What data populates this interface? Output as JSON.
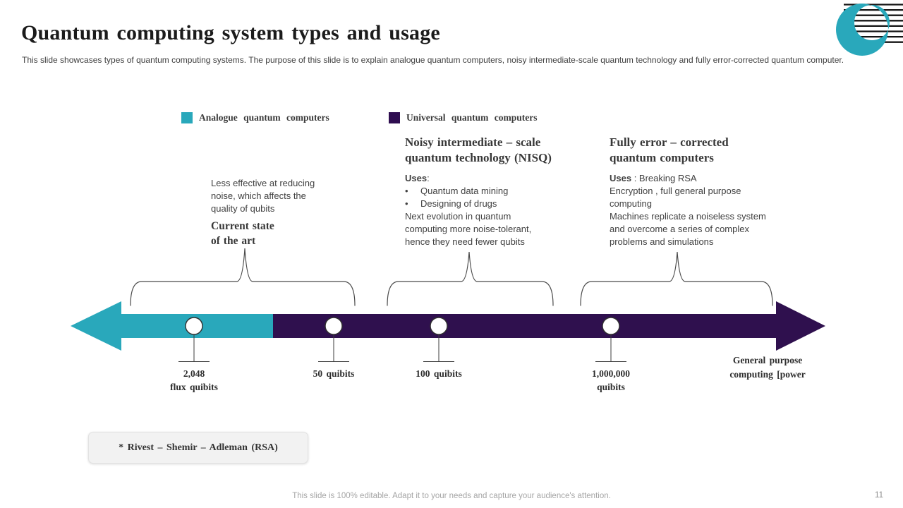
{
  "slide": {
    "title": "Quantum computing system types and usage",
    "subtitle": "This slide showcases types of quantum computing systems. The purpose of this slide is to explain analogue quantum computers, noisy intermediate-scale quantum technology and fully error-corrected quantum computer.",
    "footer": "This slide is 100% editable. Adapt it to your needs and capture your audience's attention.",
    "page_number": "11"
  },
  "colors": {
    "teal": "#29A8BB",
    "purple": "#2F104E",
    "line": "#3c3c3c"
  },
  "legend": {
    "items": [
      {
        "label": "Analogue quantum  computers",
        "color": "#29A8BB"
      },
      {
        "label": "Universal quantum  computers",
        "color": "#2E0D50"
      }
    ]
  },
  "analogue": {
    "note_lines": [
      "Less effective at reducing",
      "noise, which affects the",
      "quality of qubits"
    ],
    "heading_lines": [
      "Current state",
      "of the art"
    ]
  },
  "nisq": {
    "heading_lines": [
      "Noisy intermediate – scale",
      "quantum technology (NISQ)"
    ],
    "uses_label": "Uses",
    "uses_suffix": ":",
    "bullet_glyph": "•",
    "bullets": [
      "Quantum data mining",
      "Designing of drugs"
    ],
    "note_lines": [
      "Next evolution in quantum",
      "computing more noise-tolerant,",
      "hence they need fewer qubits"
    ]
  },
  "fec": {
    "heading_lines": [
      "Fully error – corrected",
      "quantum computers"
    ],
    "uses_label": "Uses",
    "uses_rest": " : Breaking RSA",
    "body_lines": [
      "Encryption , full general purpose",
      "computing",
      "Machines replicate a noiseless system",
      "and overcome a series of complex",
      "problems and simulations"
    ]
  },
  "timeline": {
    "points": [
      {
        "lines": [
          "2,048",
          "flux quibits"
        ]
      },
      {
        "lines": [
          "50 quibits",
          ""
        ]
      },
      {
        "lines": [
          "100 quibits",
          ""
        ]
      },
      {
        "lines": [
          "1,000,000",
          "quibits"
        ]
      }
    ],
    "end_label_lines": [
      "General purpose",
      "computing  [power"
    ]
  },
  "footnote": "* Rivest – Shemir – Adleman  (RSA)"
}
